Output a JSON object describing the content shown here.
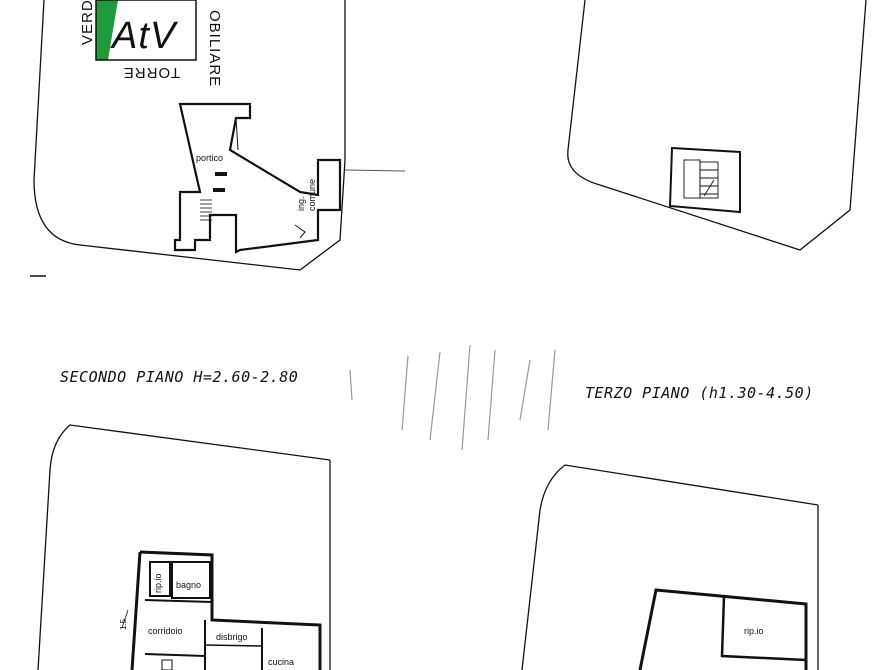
{
  "logo": {
    "left_text": "VERD",
    "right_text": "OBILIARE",
    "bottom_text": "TORRE",
    "mark_text": "AtV",
    "accent_color": "#1f9a3a"
  },
  "ground_floor": {
    "portico_label": "portico",
    "entrance_label_line1": "ing.",
    "entrance_label_line2": "comune"
  },
  "second_floor": {
    "title": "SECONDO PIANO  H=2.60-2.80",
    "rooms": {
      "ripostiglio": "rip.io",
      "bagno": "bagno",
      "corridoio": "corridoio",
      "disbrigo": "disbrigo",
      "cucina": "cucina"
    },
    "dimension_mark": "1.5"
  },
  "third_floor": {
    "title": "TERZO PIANO  (h1.30-4.50)",
    "rooms": {
      "ripostiglio": "rip.io"
    }
  },
  "colors": {
    "ink": "#111111",
    "paper": "#ffffff"
  }
}
